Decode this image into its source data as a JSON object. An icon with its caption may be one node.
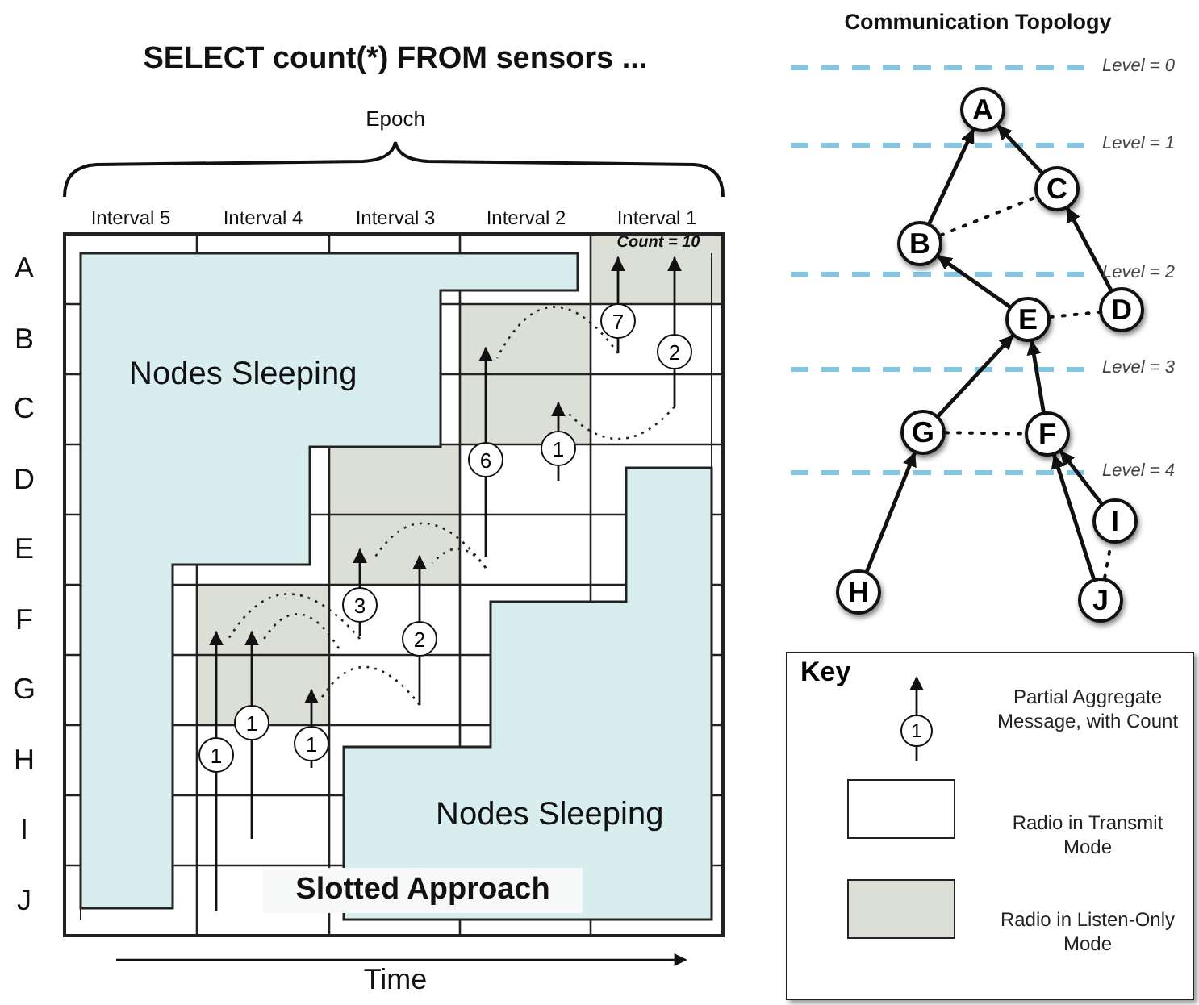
{
  "diagram": {
    "title": "SELECT count(*) FROM sensors ...",
    "nodes": [
      {
        "text": [
          "Nodes Sleeping"
        ]
      },
      {
        "text": [
          "Nodes Sleeping"
        ]
      },
      {
        "text": [
          "7"
        ]
      },
      {
        "text": [
          "2"
        ]
      },
      {
        "text": [
          "1"
        ]
      },
      {
        "text": [
          "6"
        ]
      },
      {
        "text": [
          "3"
        ]
      },
      {
        "text": [
          "2"
        ]
      },
      {
        "text": [
          "1"
        ]
      },
      {
        "text": [
          "1"
        ]
      },
      {
        "text": [
          "1"
        ]
      },
      {
        "text": [
          "A"
        ]
      },
      {
        "text": [
          "B"
        ]
      },
      {
        "text": [
          "C"
        ]
      },
      {
        "text": [
          "D"
        ]
      },
      {
        "text": [
          "E"
        ]
      },
      {
        "text": [
          "F"
        ]
      },
      {
        "text": [
          "G"
        ]
      },
      {
        "text": [
          "H"
        ]
      },
      {
        "text": [
          "I"
        ]
      },
      {
        "text": [
          "J"
        ]
      },
      {
        "text": [
          "Key"
        ]
      },
      {
        "text": [
          "Count = 10"
        ]
      }
    ],
    "edges": [
      {
        "from": 2,
        "to": 22,
        "arrow": "to"
      },
      {
        "from": 3,
        "to": 22,
        "arrow": "to"
      },
      {
        "from": 4,
        "to": null,
        "arrow": "to"
      },
      {
        "from": 5,
        "to": null,
        "arrow": "to"
      },
      {
        "from": 6,
        "to": null,
        "arrow": "to"
      },
      {
        "from": 7,
        "to": null,
        "arrow": "to"
      },
      {
        "from": 8,
        "to": null,
        "arrow": "to"
      },
      {
        "from": 9,
        "to": null,
        "arrow": "to"
      },
      {
        "from": 10,
        "to": null,
        "arrow": "to"
      },
      {
        "from": 12,
        "to": 11,
        "arrow": "to"
      },
      {
        "from": 13,
        "to": 11,
        "arrow": "to"
      },
      {
        "from": 14,
        "to": 13,
        "arrow": "to"
      },
      {
        "from": 15,
        "to": 12,
        "arrow": "to"
      },
      {
        "from": 17,
        "to": 15,
        "arrow": "to"
      },
      {
        "from": 16,
        "to": 15,
        "arrow": "to"
      },
      {
        "from": 18,
        "to": 17,
        "arrow": "to"
      },
      {
        "from": 20,
        "to": 16,
        "arrow": "to"
      },
      {
        "from": 19,
        "to": 16,
        "arrow": "to"
      },
      {
        "from": 12,
        "to": 13,
        "arrow": "none",
        "style": "dashed"
      },
      {
        "from": 15,
        "to": 14,
        "arrow": "none",
        "style": "dashed"
      },
      {
        "from": 17,
        "to": 16,
        "arrow": "none",
        "style": "dashed"
      },
      {
        "from": 20,
        "to": 19,
        "arrow": "none",
        "style": "dashed"
      }
    ],
    "labels": [
      "Communication Topology",
      "Epoch",
      "Interval 5",
      "Interval 4",
      "Interval 3",
      "Interval 2",
      "Interval 1",
      "A",
      "B",
      "C",
      "D",
      "E",
      "F",
      "G",
      "H",
      "I",
      "J",
      "Slotted Approach",
      "Time",
      "Level = 0",
      "Level = 1",
      "Level = 2",
      "Level = 3",
      "Level = 4",
      "1"
    ],
    "legend": [
      {
        "text": "Partial Aggregate Message, with Count"
      },
      {
        "text": "Radio in Transmit Mode",
        "color": "#ffffff"
      },
      {
        "text": "Radio in Listen-Only Mode",
        "color": "#dcdfd6"
      }
    ]
  }
}
